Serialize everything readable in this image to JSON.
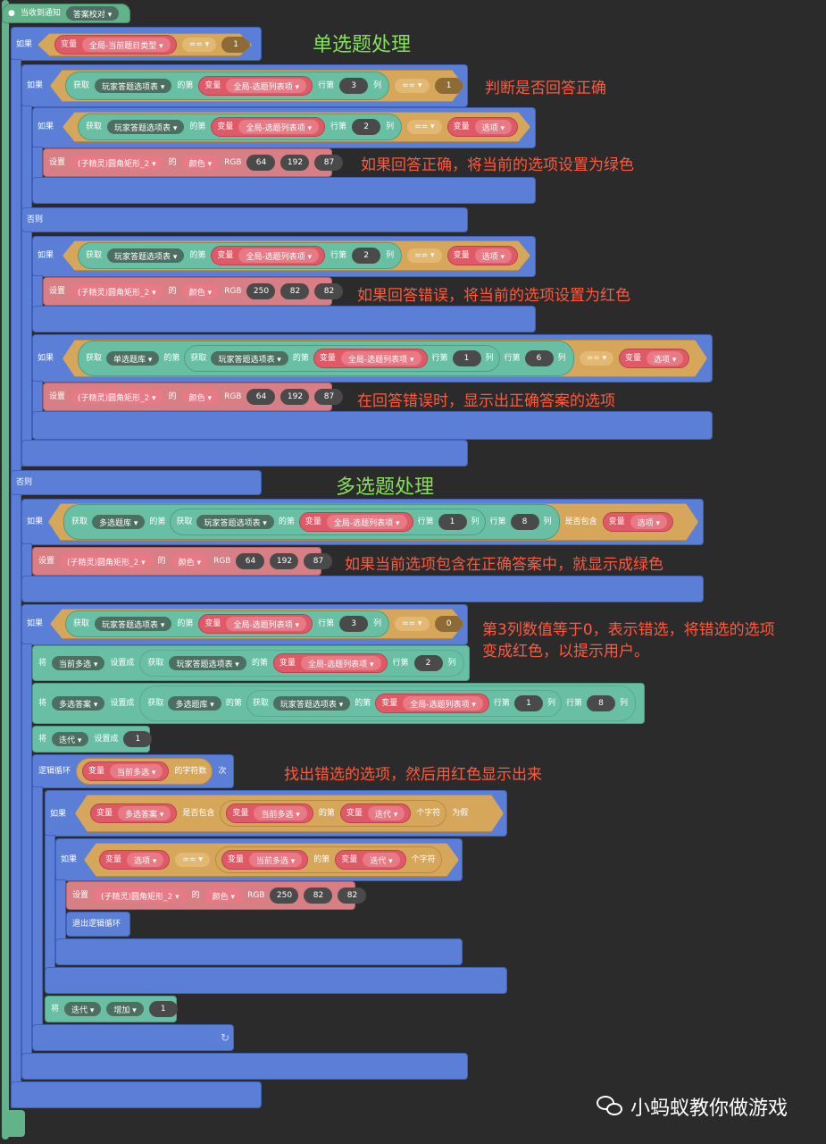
{
  "hat": {
    "label": "当收到通知",
    "dropdown": "答案校对 ▾"
  },
  "headings": {
    "single": "单选题处理",
    "multi": "多选题处理"
  },
  "kw": {
    "if": "如果",
    "else": "否则",
    "get": "获取",
    "of": "的第",
    "row": "行第",
    "col": "列",
    "var": "变量",
    "set": "设置",
    "de": "的",
    "rgb": "RGB",
    "let": "将",
    "setto": "设置成",
    "loop": "逻辑循环",
    "times": "次",
    "contains": "是否包含",
    "nth_char": "个字符",
    "is_false": "为假",
    "break": "退出逻辑循环",
    "strlen": "的字符数",
    "increase": "增加 ▾"
  },
  "dd": {
    "qtype": "全局-当前题目类型 ▾",
    "eq": "== ▾",
    "table": "玩家答题选项表 ▾",
    "listitem": "全局-选题列表项 ▾",
    "opt": "选项 ▾",
    "sprite": "(子精灵)圆角矩形_2 ▾",
    "color": "颜色 ▾",
    "single_bank": "单选题库 ▾",
    "multi_bank": "多选题库 ▾",
    "cur_multi": "当前多选 ▾",
    "multi_ans": "多选答案 ▾",
    "iter": "迭代 ▾"
  },
  "nums": {
    "one": "1",
    "two": "2",
    "three": "3",
    "six": "6",
    "eight": "8",
    "zero": "0",
    "g_r": "64",
    "g_g": "192",
    "g_b": "87",
    "r_r": "250",
    "r_g": "82",
    "r_b": "82"
  },
  "captions": {
    "c1": "判断是否回答正确",
    "c2": "如果回答正确，将当前的选项设置为绿色",
    "c3": "如果回答错误，将当前的选项设置为红色",
    "c4": "在回答错误时，显示出正确答案的选项",
    "c5": "如果当前选项包含在正确答案中，就显示成绿色",
    "c6a": "第3列数值等于0，表示错选，将错选的选项",
    "c6b": "变成红色，以提示用户。",
    "c7": "找出错选的选项，然后用红色显示出来"
  },
  "watermark": "小蚂蚁教你做游戏"
}
